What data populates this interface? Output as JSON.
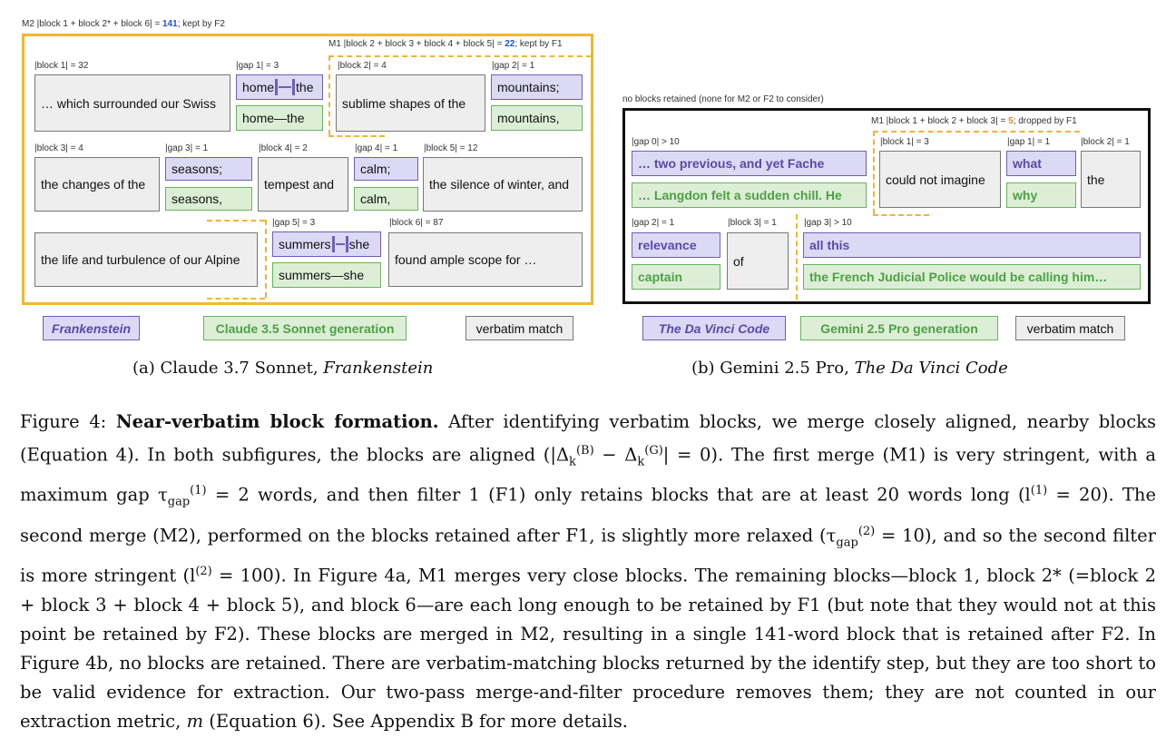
{
  "left": {
    "m2_label_pre": "M2 |block 1 + block 2* + block 6| = ",
    "m2_value": "141",
    "m2_label_post": "; kept by F2",
    "m1_label_pre": "M1 |block 2 + block 3 + block 4 + block 5| = ",
    "m1_value": "22",
    "m1_label_post": "; kept by F1",
    "labels": {
      "block1": "|block 1| = 32",
      "gap1": "|gap 1| = 3",
      "block2": "|block 2| = 4",
      "gap2": "|gap 2| = 1",
      "block3": "|block 3| = 4",
      "gap3": "|gap 3| = 1",
      "block4": "|block 4| = 2",
      "gap4": "|gap 4| = 1",
      "block5": "|block 5| = 12",
      "gap5": "|gap 5| = 3",
      "block6": "|block 6| = 87"
    },
    "text": {
      "block1": "… which surrounded our Swiss",
      "gap1_p_a": "home",
      "gap1_p_b": "the",
      "gap1_g": "home—the",
      "block2": "sublime shapes of the",
      "gap2_p": "mountains;",
      "gap2_g": "mountains,",
      "block3": "the changes of the",
      "gap3_p": "seasons;",
      "gap3_g": "seasons,",
      "block4": "tempest and",
      "gap4_p": "calm;",
      "gap4_g": "calm,",
      "block5": "the silence of winter, and",
      "block6_pre": "the life and turbulence of our Alpine",
      "gap5_p_a": "summers",
      "gap5_p_b": "she",
      "gap5_g": "summers—she",
      "block6": "found ample scope for …"
    },
    "legend": {
      "book": "Frankenstein",
      "gen": "Claude 3.5 Sonnet generation",
      "verbatim": "verbatim match"
    },
    "caption_pre": "(a) Claude 3.7 Sonnet, ",
    "caption_title": "Frankenstein"
  },
  "right": {
    "note": "no blocks retained (none for M2 or F2 to consider)",
    "m1_label_pre": "M1 |block 1 + block 2 + block 3| = ",
    "m1_value": "5",
    "m1_label_post": "; dropped by F1",
    "labels": {
      "gap0": "|gap 0| > 10",
      "block1": "|block 1| = 3",
      "gap1": "|gap 1| = 1",
      "block2": "|block 2| = 1",
      "gap2": "|gap 2| = 1",
      "block3": "|block 3| = 1",
      "gap3": "|gap 3| > 10"
    },
    "text": {
      "gap0_p": "… two previous, and yet Fache",
      "gap0_g": "… Langdon felt a sudden chill. He",
      "block1": "could not imagine",
      "gap1_p": "what",
      "gap1_g": "why",
      "block2": "the",
      "gap2_p": "relevance",
      "gap2_g": "captain",
      "block3": "of",
      "gap3_p": "all this",
      "gap3_g": "the French Judicial Police would be calling him…"
    },
    "legend": {
      "book": "The Da Vinci Code",
      "gen": "Gemini 2.5 Pro generation",
      "verbatim": "verbatim match"
    },
    "caption_pre": "(b) Gemini 2.5 Pro, ",
    "caption_title": "The Da Vinci Code"
  },
  "caption": {
    "fig": "Figure 4:",
    "heading": "Near-verbatim block formation.",
    "s1": "After identifying verbatim blocks, we merge closely aligned, nearby blocks (Equation 4). In both subfigures, the blocks are aligned (|Δ",
    "s1b": " − Δ",
    "s1c": "| = 0). The first merge (M1) is very stringent, with a maximum gap τ",
    "s2": " = 2 words, and then filter 1 (F1) only retains blocks that are at least 20 words long (l",
    "s3": " = 20). The second merge (M2), performed on the blocks retained after F1, is slightly more relaxed (τ",
    "s4": " = 10), and so the second filter is more stringent (l",
    "s5": " = 100). In Figure 4a, M1 merges very close blocks. The remaining blocks—block 1, block 2* (=block 2 + block 3 + block 4 + block 5), and block 6—are each long enough to be retained by F1 (but note that they would not at this point be retained by F2). These blocks are merged in M2, resulting in a single 141-word block that is retained after F2. In Figure 4b, no blocks are retained. There are verbatim-matching blocks returned by the identify step, but they are too short to be valid evidence for extraction. Our two-pass merge-and-filter procedure removes them; they are not counted in our extraction metric, ",
    "m": "m",
    "s6": " (Equation 6). See Appendix B for more details.",
    "sup_b": "(B)",
    "sup_g": "(G)",
    "sub_k": "k",
    "sup_1": "(1)",
    "sup_2": "(2)",
    "sub_gap": "gap"
  }
}
